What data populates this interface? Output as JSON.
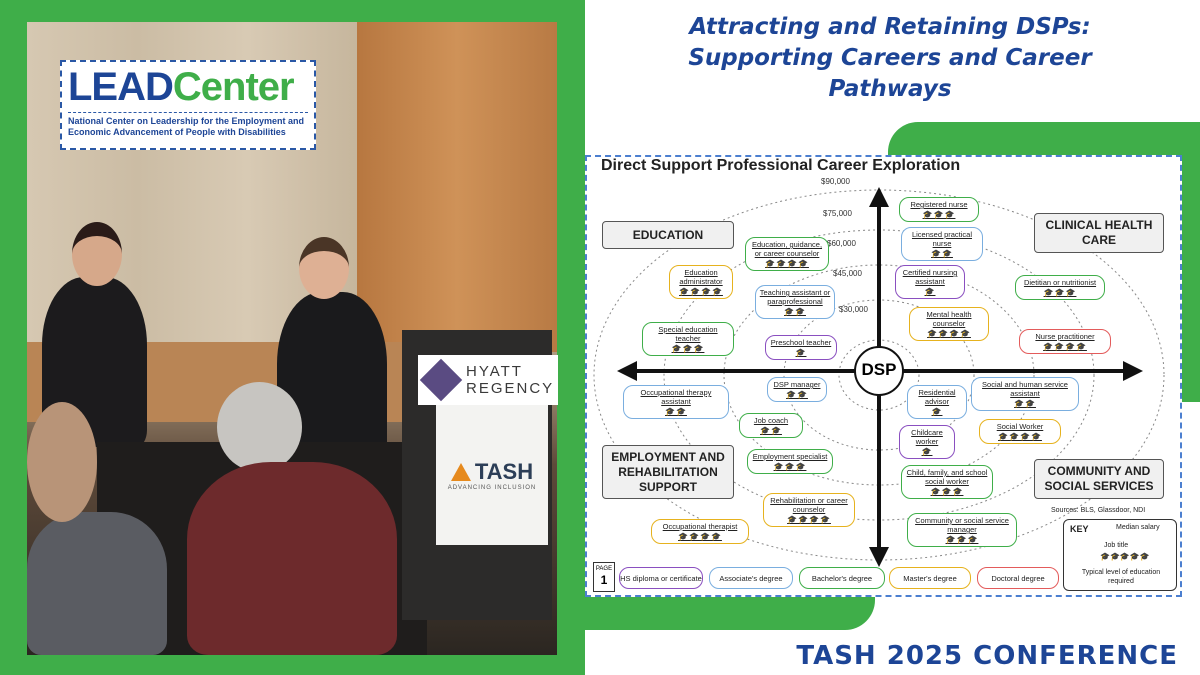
{
  "logo": {
    "name_part1": "LEAD",
    "name_part2": "Center",
    "subtitle": "National Center on Leadership for the Employment and Economic Advancement of People with Disabilities"
  },
  "venue": {
    "hotel_sign_line1": "HYATT",
    "hotel_sign_line2": "REGENCY",
    "org_sign": "TASH",
    "org_tagline": "ADVANCING INCLUSION"
  },
  "title": "Attracting and Retaining DSPs: Supporting Careers and Career Pathways",
  "footer": "TASH 2025 CONFERENCE",
  "colors": {
    "green": "#3fae49",
    "navy": "#1d4596"
  },
  "career_chart": {
    "title": "Direct Support Professional Career Exploration",
    "center": "DSP",
    "sectors": [
      "EDUCATION",
      "CLINICAL HEALTH CARE",
      "EMPLOYMENT AND REHABILITATION SUPPORT",
      "COMMUNITY AND SOCIAL SERVICES"
    ],
    "salaries": [
      "$90,000",
      "$75,000",
      "$60,000",
      "$45,000",
      "$30,000"
    ],
    "jobs": [
      "Registered nurse",
      "Licensed practical nurse",
      "Education, guidance, or career counselor",
      "Certified nursing assistant",
      "Education administrator",
      "Teaching assistant or paraprofessional",
      "Dietitian or nutritionist",
      "Mental health counselor",
      "Special education teacher",
      "Preschool teacher",
      "Nurse practitioner",
      "DSP manager",
      "Residential advisor",
      "Social and human service assistant",
      "Occupational therapy assistant",
      "Job coach",
      "Childcare worker",
      "Social Worker",
      "Employment specialist",
      "Child, family, and school social worker",
      "Rehabilitation or career counselor",
      "Community or social service manager",
      "Occupational therapist"
    ],
    "sources": "Sources: BLS, Glassdoor, NDI",
    "key": {
      "label": "KEY",
      "salary": "Median salary",
      "job": "Job title",
      "education": "Typical level of education required"
    },
    "page_label": "PAGE",
    "page_number": "1",
    "education_levels": [
      "HS diploma or certificate",
      "Associate's degree",
      "Bachelor's degree",
      "Master's degree",
      "Doctoral degree"
    ]
  }
}
